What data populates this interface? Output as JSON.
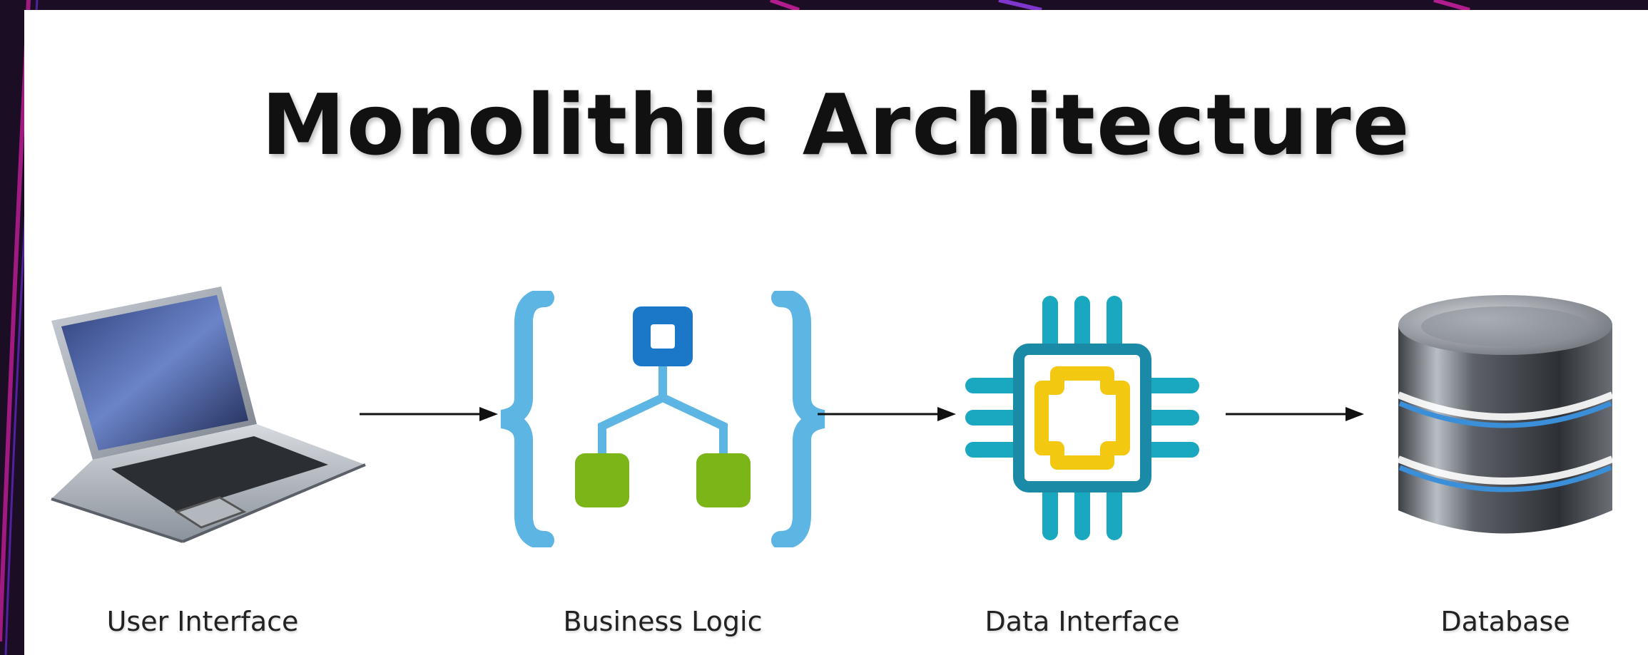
{
  "title": "Monolithic Architecture",
  "nodes": [
    {
      "label": "User Interface",
      "icon": "laptop-icon"
    },
    {
      "label": "Business Logic",
      "icon": "workflow-braces-icon"
    },
    {
      "label": "Data Interface",
      "icon": "chip-icon"
    },
    {
      "label": "Database",
      "icon": "database-cylinder-icon"
    }
  ],
  "colors": {
    "background": "#1a0d24",
    "card": "#ffffff",
    "accent_blue": "#1b78c8",
    "accent_green": "#7cb518",
    "accent_teal": "#1aa8c0",
    "accent_yellow": "#f2c811",
    "braces": "#5db5e3"
  }
}
